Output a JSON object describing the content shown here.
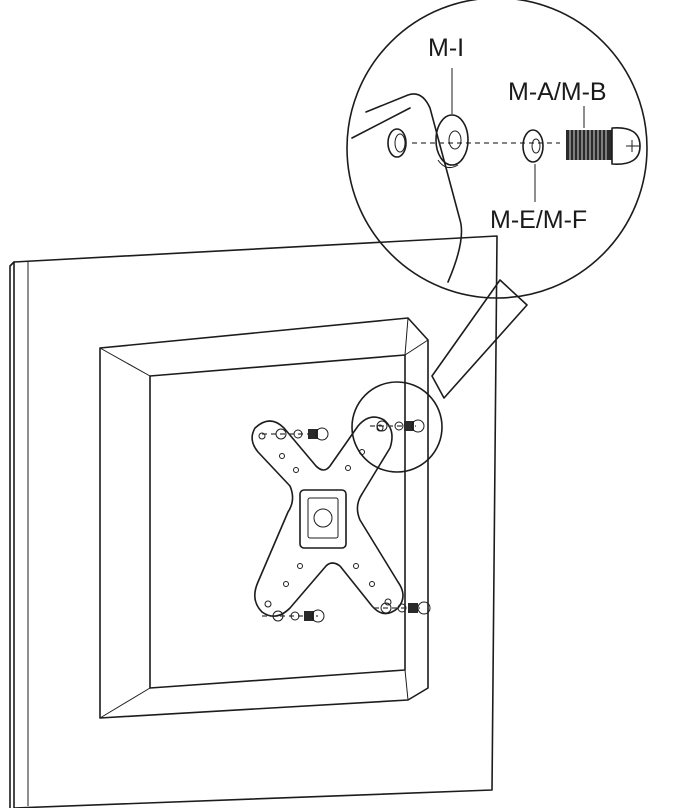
{
  "labels": {
    "washer_i": "M-I",
    "screw": "M-A/M-B",
    "washer_ef": "M-E/M-F"
  },
  "colors": {
    "line": "#1c1c1c",
    "fill": "#ffffff",
    "shade": "#d9d9d9",
    "screw": "#2a2a2a"
  }
}
